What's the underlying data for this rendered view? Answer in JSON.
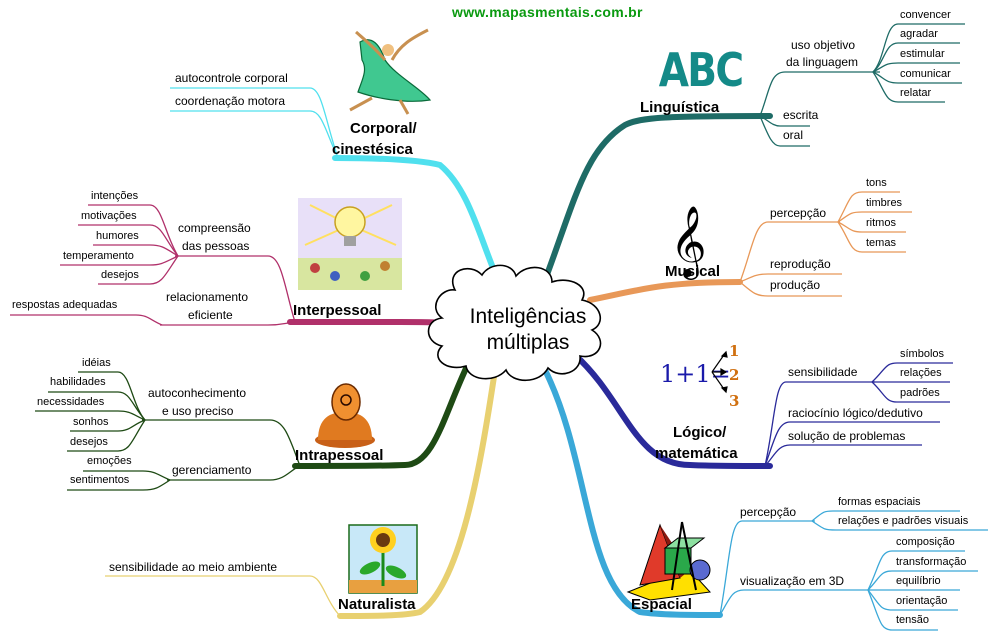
{
  "header": {
    "url": "www.mapasmentais.com.br"
  },
  "center": {
    "line1": "Inteligências",
    "line2": "múltiplas"
  },
  "colors": {
    "linguistica": "#1e6b66",
    "musical": "#e89858",
    "logico": "#2a2a9a",
    "espacial": "#3aa8d8",
    "naturalista": "#e8d070",
    "intrapessoal": "#1e4a14",
    "interpessoal": "#b0306a",
    "corporal": "#50e0ee"
  },
  "icons": {
    "linguistica": "abc-letters-icon",
    "musical": "treble-clef-icon",
    "logico": "math-equation-icon",
    "espacial": "geometry-shapes-icon",
    "naturalista": "sunflower-icon",
    "intrapessoal": "person-head-icon",
    "interpessoal": "people-lightbulb-icon",
    "corporal": "dancer-icon"
  },
  "linguistica": {
    "title": "Linguística",
    "icon_text": "ABC",
    "uso_objetivo": "uso objetivo",
    "da_linguagem": "da linguagem",
    "leaves": [
      "convencer",
      "agradar",
      "estimular",
      "comunicar",
      "relatar"
    ],
    "escrita": "escrita",
    "oral": "oral"
  },
  "musical": {
    "title": "Musical",
    "percepcao": "percepção",
    "leaves": [
      "tons",
      "timbres",
      "ritmos",
      "temas"
    ],
    "reproducao": "reprodução",
    "producao": "produção"
  },
  "logico": {
    "title_line1": "Lógico/",
    "title_line2": "matemática",
    "eq_left": "1+1=",
    "eq_results": [
      "1",
      "2",
      "3"
    ],
    "sensibilidade": "sensibilidade",
    "leaves": [
      "símbolos",
      "relações",
      "padrões"
    ],
    "raciocinio": "raciocínio lógico/dedutivo",
    "solucao": "solução de problemas"
  },
  "espacial": {
    "title": "Espacial",
    "percepcao": "percepção",
    "perc_leaves": [
      "formas espaciais",
      "relações e padrões visuais"
    ],
    "visualizacao": "visualização em 3D",
    "vis_leaves": [
      "composição",
      "transformação",
      "equilíbrio",
      "orientação",
      "tensão"
    ]
  },
  "naturalista": {
    "title": "Naturalista",
    "sensibilidade": "sensibilidade ao meio ambiente"
  },
  "intrapessoal": {
    "title": "Intrapessoal",
    "auto_line1": "autoconhecimento",
    "auto_line2": "e uso preciso",
    "auto_leaves": [
      "idéias",
      "habilidades",
      "necessidades",
      "sonhos",
      "desejos"
    ],
    "gerenciamento": "gerenciamento",
    "ger_leaves": [
      "emoções",
      "sentimentos"
    ]
  },
  "interpessoal": {
    "title": "Interpessoal",
    "comp_line1": "compreensão",
    "comp_line2": "das pessoas",
    "comp_leaves": [
      "intenções",
      "motivações",
      "humores",
      "temperamento",
      "desejos"
    ],
    "rel_line1": "relacionamento",
    "rel_line2": "eficiente",
    "rel_leaf": "respostas adequadas"
  },
  "corporal": {
    "title_line1": "Corporal/",
    "title_line2": "cinestésica",
    "leaves": [
      "autocontrole corporal",
      "coordenação motora"
    ]
  }
}
